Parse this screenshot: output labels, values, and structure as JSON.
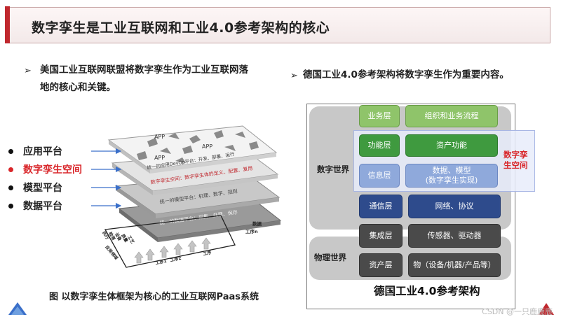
{
  "header": {
    "title": "数字孪生是工业互联网和工业4.0参考架构的核心"
  },
  "left": {
    "bullet_arrow": "➢",
    "bullet_line1": "美国工业互联网联盟将数字孪生作为工业互联网落",
    "bullet_line2": "地的核心和关键。",
    "platforms": [
      "应用平台",
      "数字孪生空间",
      "模型平台",
      "数据平台"
    ],
    "highlight_index": 1,
    "layers": {
      "app_tag": "APP",
      "app_layer": "统一的应用DevOp平台：开发、部署、运行",
      "twin_layer": "数字孪生空间：数字孪生体的定义、配置、复用",
      "model_layer": "统一的模型平台：机理、数字、规则",
      "data_layer": "统一的数据平台：采集、处理、保存",
      "edge_right": "数据",
      "edge_proc": "工序n",
      "edge_left": [
        "执行",
        "检测",
        "设备",
        "质量",
        "工艺"
      ],
      "edge_bottom": "应用领域",
      "steps": [
        "工序1",
        "工序2",
        "工序"
      ]
    },
    "caption": "图 以数字孪生体框架为核心的工业互联网Paas系统"
  },
  "right": {
    "bullet_arrow": "➢",
    "bullet_text": "德国工业4.0参考架构将数字孪生作为重要内容。",
    "digital_world": "数字世界",
    "physical_world": "物理世界",
    "twin_space": "数字孪生空间",
    "layers": [
      {
        "name": "业务层",
        "content": "组织和业务流程"
      },
      {
        "name": "功能层",
        "content": "资产功能"
      },
      {
        "name": "信息层",
        "content": "数据、模型\n(数字孪生实现)"
      },
      {
        "name": "通信层",
        "content": "网络、协议"
      },
      {
        "name": "集成层",
        "content": "传感器、驱动器"
      },
      {
        "name": "资产层",
        "content": "物（设备/机器/产品等）"
      }
    ],
    "caption": "德国工业4.0参考架构"
  },
  "watermark": "CSDN @一只鹿鹿鹿",
  "colors": {
    "accent": "#c0282e",
    "highlight": "#d9262a",
    "dark_blue": "#2e4b8c",
    "green": "#8fc46a"
  }
}
